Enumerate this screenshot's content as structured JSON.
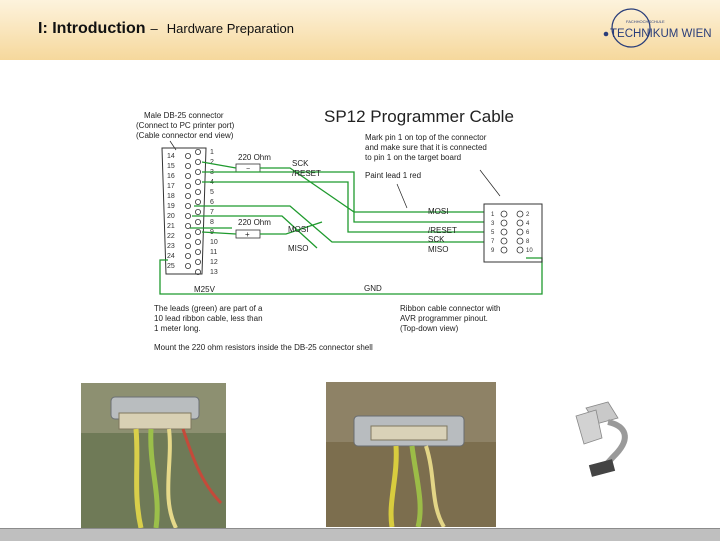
{
  "header": {
    "section": "I:  Introduction",
    "dash": "–",
    "subtitle": "Hardware Preparation",
    "logo_small": "FACHHOCHSCHULE",
    "logo_text": "TECHNIKUM WIEN"
  },
  "diagram": {
    "title": "SP12 Programmer Cable",
    "db25_note": [
      "Male DB-25 connector",
      "(Connect to PC printer port)",
      "(Cable connector end view)"
    ],
    "pin1_note": [
      "Mark pin 1 on top of the connector",
      "and make sure that it is connected",
      "to pin 1 on the target board"
    ],
    "paint_note": "Paint lead 1 red",
    "left_pins": [
      "14",
      "15",
      "16",
      "17",
      "18",
      "19",
      "20",
      "21",
      "22",
      "23",
      "24",
      "25"
    ],
    "right_pins": [
      "1",
      "2",
      "3",
      "4",
      "5",
      "6",
      "7",
      "8",
      "9",
      "10",
      "11",
      "12",
      "13"
    ],
    "r1_label": "220 Ohm",
    "r2_label": "220 Ohm",
    "r1_mark": "−",
    "r2_mark": "+",
    "sck_label": "SCK",
    "reset_label": "/RESET",
    "mosi_label": "MOSI",
    "miso_label": "MISO",
    "m25v_label": "M25V",
    "gnd_label": "GND",
    "hdr_mosi": "MOSI",
    "hdr_reset": "/RESET",
    "hdr_sck": "SCK",
    "hdr_miso": "MISO",
    "hdr_left_pins": [
      "1",
      "3",
      "5",
      "7",
      "9"
    ],
    "hdr_right_pins": [
      "2",
      "4",
      "6",
      "8",
      "10"
    ],
    "leads_note": [
      "The leads (green) are part of a",
      "10 lead ribbon cable, less than",
      "1 meter long."
    ],
    "ribbon_note": [
      "Ribbon cable connector with",
      "AVR programmer pinout.",
      "(Top-down view)"
    ],
    "mount_note": "Mount the 220 ohm resistors inside the DB-25 connector shell"
  },
  "colors": {
    "wire_green": "#1f9a2e",
    "header_top": "#fdf3dd",
    "header_bottom": "#f6d89c",
    "footer": "#bfbfbf"
  }
}
